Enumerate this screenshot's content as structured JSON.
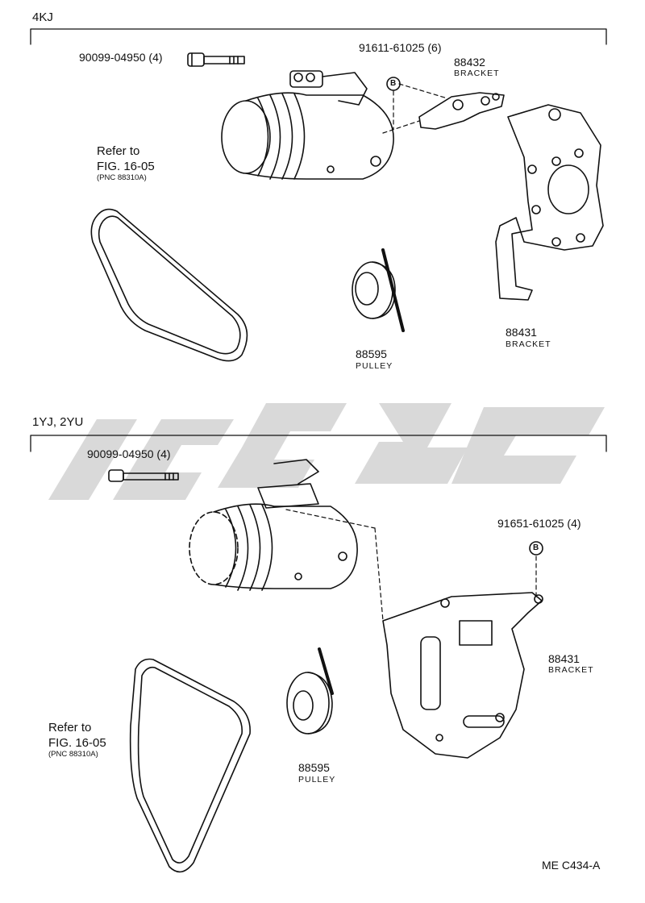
{
  "sections": [
    {
      "engine": "4KJ",
      "bolt_part": "90099-04950 (4)",
      "nut_part": "91611-61025 (6)",
      "nut_symbol": "B",
      "bracket_small": {
        "part": "88432",
        "label": "BRACKET"
      },
      "bracket_main": {
        "part": "88431",
        "label": "BRACKET"
      },
      "pulley": {
        "part": "88595",
        "label": "PULLEY"
      },
      "belt_ref": {
        "line1": "Refer to",
        "line2": "FIG. 16-05",
        "line3": "(PNC 88310A)"
      }
    },
    {
      "engine": "1YJ, 2YU",
      "bolt_part": "90099-04950 (4)",
      "nut_part": "91651-61025 (4)",
      "nut_symbol": "B",
      "bracket_main": {
        "part": "88431",
        "label": "BRACKET"
      },
      "pulley": {
        "part": "88595",
        "label": "PULLEY"
      },
      "belt_ref": {
        "line1": "Refer to",
        "line2": "FIG. 16-05",
        "line3": "(PNC 88310A)"
      }
    }
  ],
  "footer_code": "ME  C434-A",
  "colors": {
    "line": "#111111",
    "watermark": "#d9d9d9"
  }
}
